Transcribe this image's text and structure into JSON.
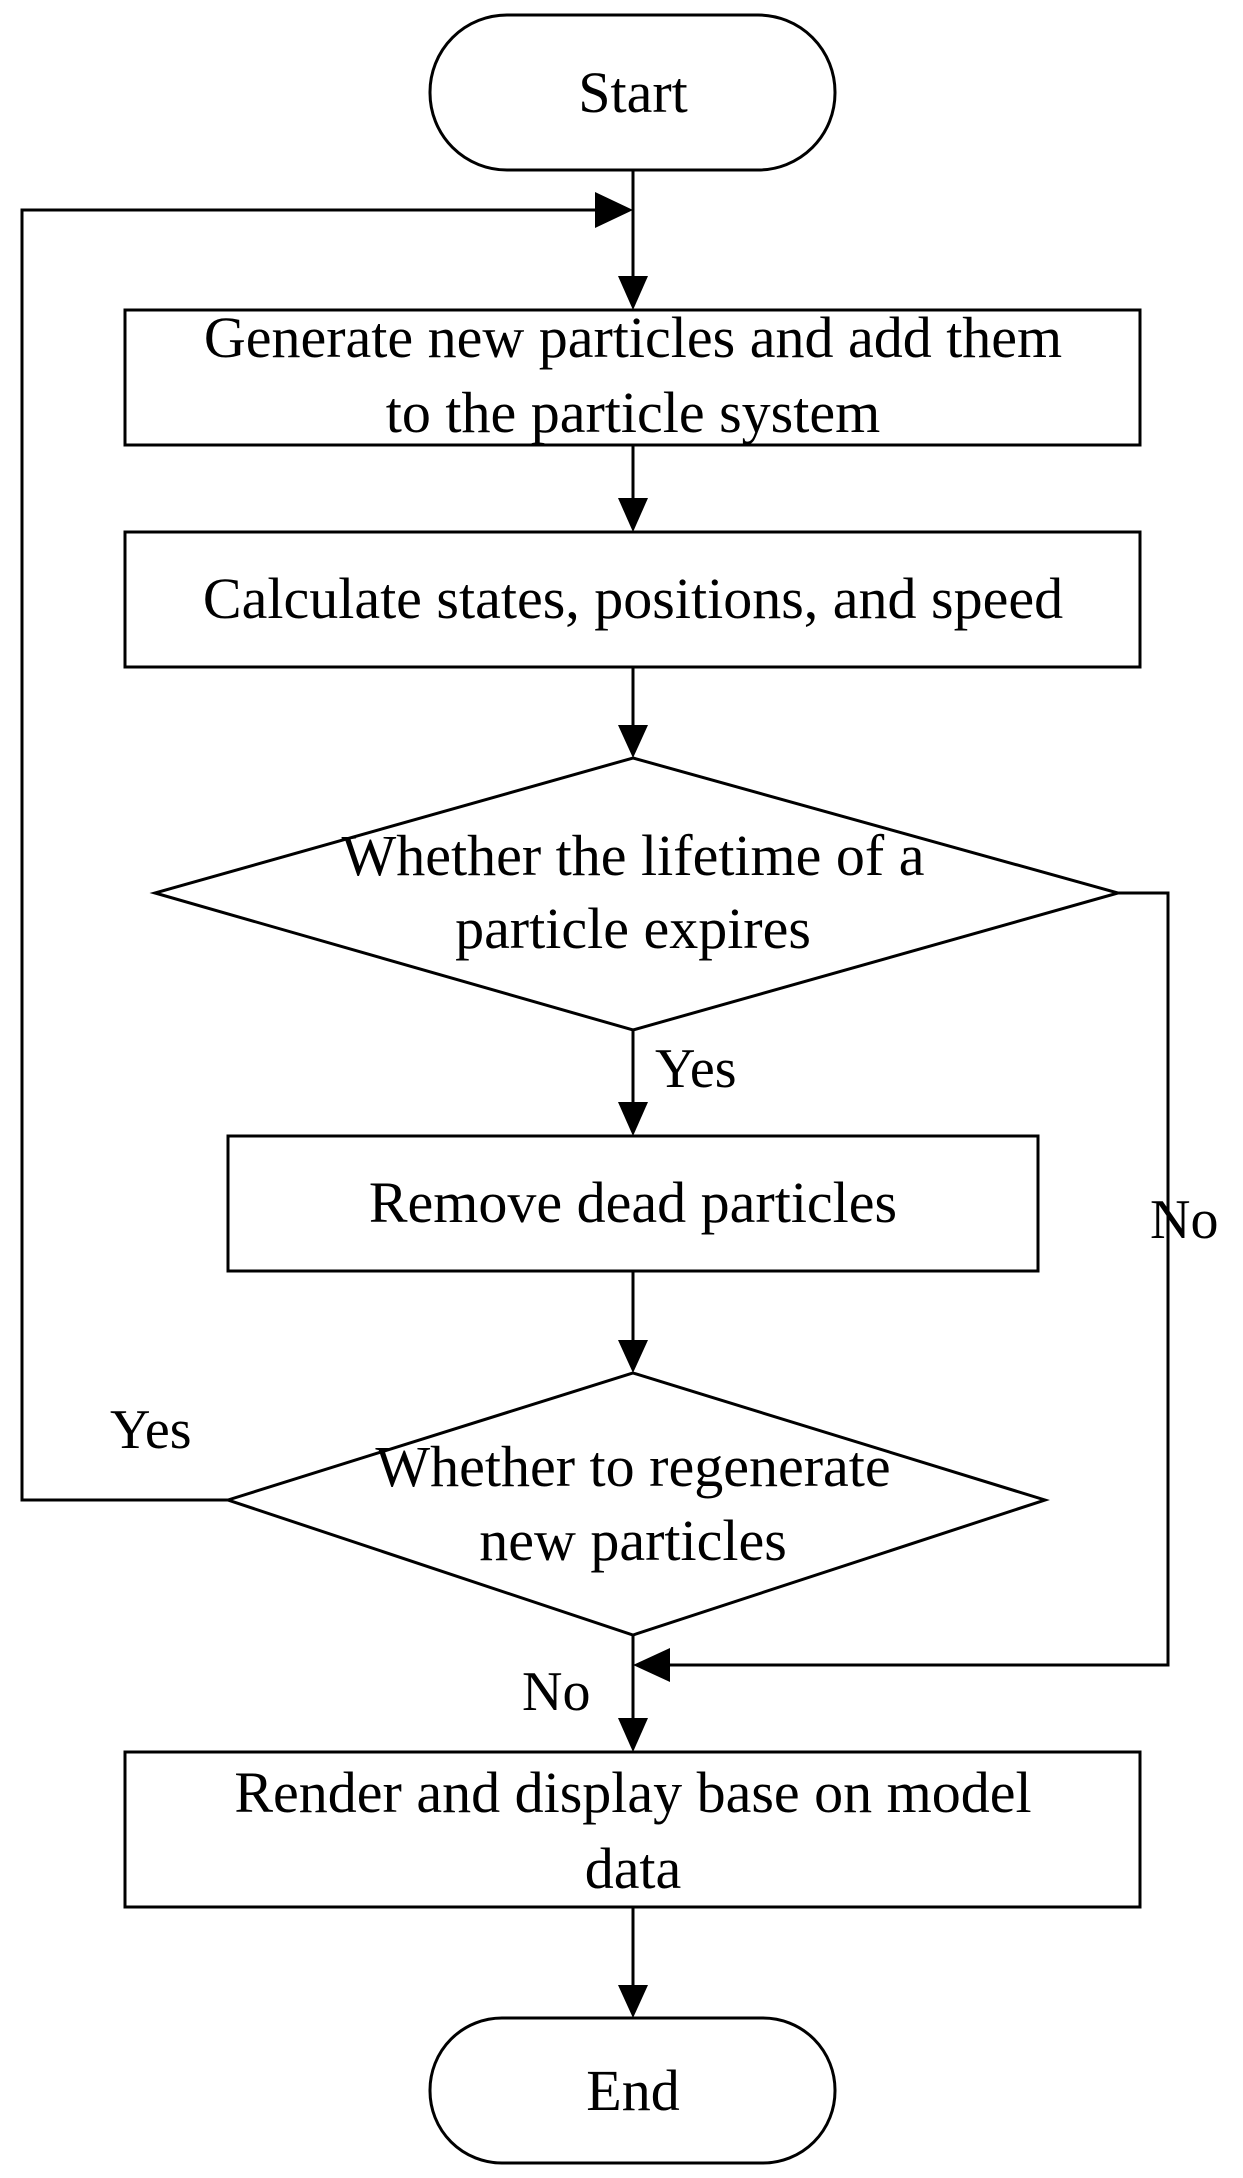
{
  "nodes": {
    "start": {
      "text": "Start"
    },
    "generate": {
      "line1": "Generate new particles and add them",
      "line2": "to the particle system"
    },
    "calculate": {
      "text": "Calculate states, positions, and speed"
    },
    "lifetime": {
      "line1": "Whether the lifetime of a",
      "line2": "particle expires"
    },
    "remove": {
      "text": "Remove dead particles"
    },
    "regenerate": {
      "line1": "Whether to regenerate",
      "line2": "new particles"
    },
    "render": {
      "line1": "Render and display base on model",
      "line2": "data"
    },
    "end": {
      "text": "End"
    }
  },
  "edge_labels": {
    "lifetime_yes": "Yes",
    "lifetime_no": "No",
    "regenerate_yes": "Yes",
    "regenerate_no": "No"
  }
}
